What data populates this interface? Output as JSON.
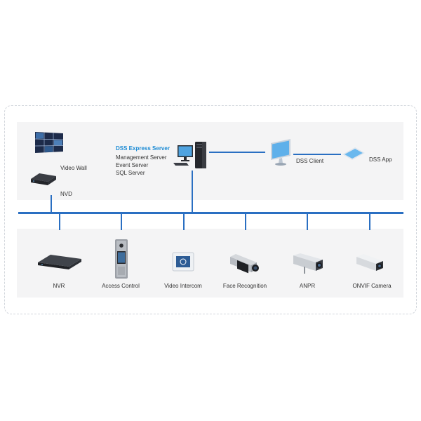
{
  "server": {
    "title": "DSS Express Server",
    "lines": [
      "Management Server",
      "Event Server",
      "SQL Server"
    ]
  },
  "top_nodes": {
    "video_wall": "Video Wall",
    "nvd": "NVD",
    "dss_client": "DSS Client",
    "dss_app": "DSS App"
  },
  "devices": [
    {
      "label": "NVR",
      "icon": "nvr-icon"
    },
    {
      "label": "Access Control",
      "icon": "access-control-icon"
    },
    {
      "label": "Video Intercom",
      "icon": "video-intercom-icon"
    },
    {
      "label": "Face Recognition",
      "icon": "face-recognition-camera-icon"
    },
    {
      "label": "ANPR",
      "icon": "anpr-camera-icon"
    },
    {
      "label": "ONVIF Camera",
      "icon": "onvif-camera-icon"
    }
  ],
  "colors": {
    "link": "#2a6fc2",
    "server_title": "#1a8ad4",
    "panel": "#f4f4f5"
  }
}
